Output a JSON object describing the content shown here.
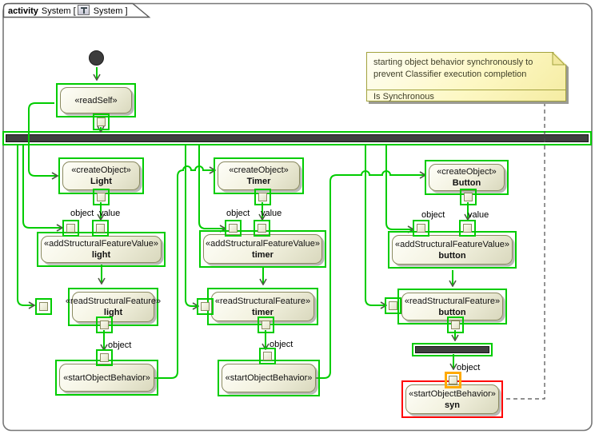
{
  "frame": {
    "keyword": "activity",
    "name": "System [",
    "name2": "System ]"
  },
  "icons": {
    "tab_icon": "activity-diagram-icon"
  },
  "labels": {
    "object": "object",
    "value": "value"
  },
  "note": {
    "body1": "starting object behavior synchronously to",
    "body2": "prevent Classifier execution completion",
    "property": "Is Synchronous"
  },
  "actions": {
    "readSelf": {
      "stereotype": "«readSelf»"
    },
    "createLight": {
      "stereotype": "«createObject»",
      "name": "Light"
    },
    "addLight": {
      "stereotype": "«addStructuralFeatureValue»",
      "name": "light"
    },
    "readLight": {
      "stereotype": "«readStructuralFeature»",
      "name": "light"
    },
    "startLight": {
      "stereotype": "«startObjectBehavior»"
    },
    "createTimer": {
      "stereotype": "«createObject»",
      "name": "Timer"
    },
    "addTimer": {
      "stereotype": "«addStructuralFeatureValue»",
      "name": "timer"
    },
    "readTimer": {
      "stereotype": "«readStructuralFeature»",
      "name": "timer"
    },
    "startTimer": {
      "stereotype": "«startObjectBehavior»"
    },
    "createButton": {
      "stereotype": "«createObject»",
      "name": "Button"
    },
    "addButton": {
      "stereotype": "«addStructuralFeatureValue»",
      "name": "button"
    },
    "readButton": {
      "stereotype": "«readStructuralFeature»",
      "name": "button"
    },
    "startSyn": {
      "stereotype": "«startObjectBehavior»",
      "name": "syn"
    }
  },
  "colors": {
    "selection_green": "#00CC00",
    "selection_red": "#FF0000",
    "pin_highlight_orange": "#FFAA00",
    "edge_green": "#00CC00",
    "fork_bar": "#3F3F3F",
    "note_fill": "#FDF8C4",
    "note_border": "#A2A23E",
    "action_fill": "#F3F2E0"
  }
}
